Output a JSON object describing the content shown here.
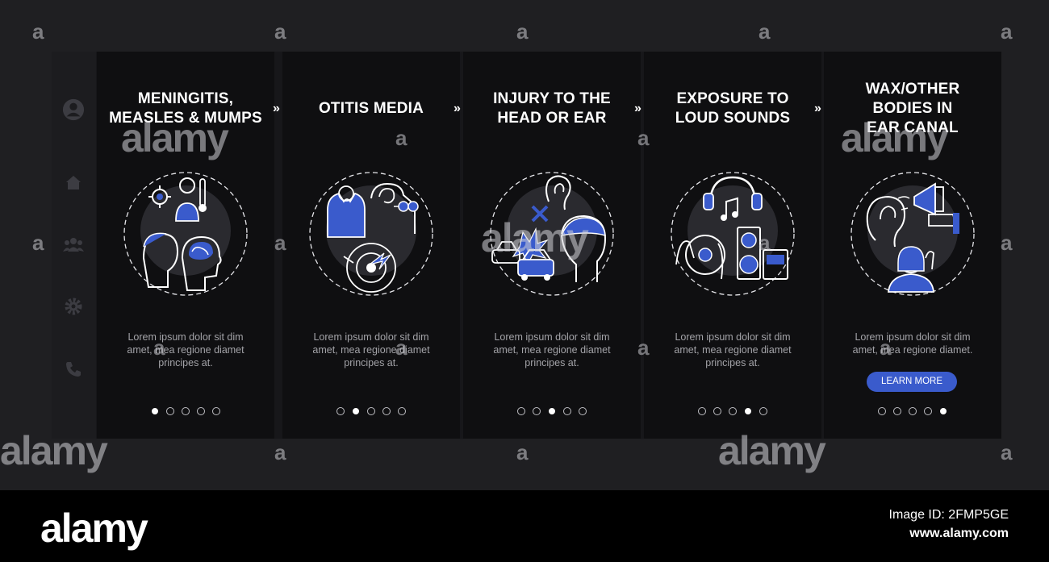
{
  "sidebar": {
    "icons": [
      "user-icon",
      "home-icon",
      "group-icon",
      "gear-icon",
      "phone-icon"
    ]
  },
  "screens": [
    {
      "title": "MENINGITIS,\nMEASLES & MUMPS",
      "illustration": "viral-disease-icon",
      "body": "Lorem ipsum dolor sit dim amet, mea regione diamet principes at.",
      "active_dot": 0
    },
    {
      "title": "OTITIS MEDIA",
      "illustration": "ear-pain-icon",
      "body": "Lorem ipsum dolor sit dim amet, mea regione diamet principes at.",
      "active_dot": 1
    },
    {
      "title": "INJURY TO THE\nHEAD OR EAR",
      "illustration": "head-injury-icon",
      "body": "Lorem ipsum dolor sit dim amet, mea regione diamet principes at.",
      "active_dot": 2
    },
    {
      "title": "EXPOSURE TO\nLOUD SOUNDS",
      "illustration": "loud-music-icon",
      "body": "Lorem ipsum dolor sit dim amet, mea regione diamet principes at.",
      "active_dot": 3
    },
    {
      "title": "WAX/OTHER\nBODIES IN\nEAR CANAL",
      "illustration": "ear-cleaning-icon",
      "body": "Lorem ipsum dolor sit dim amet, mea regione diamet.",
      "active_dot": 4,
      "button": "LEARN MORE"
    }
  ],
  "dot_count": 5,
  "separator": "»",
  "colors": {
    "accent": "#3a5bcc",
    "screen_bg": "#0f0f11",
    "text": "#ffffff",
    "muted": "#a3a3a8"
  },
  "watermark": {
    "small": "a",
    "big": "alamy"
  },
  "footer": {
    "brand": "alamy",
    "image_id": "Image ID: 2FMP5GE",
    "site": "www.alamy.com"
  }
}
